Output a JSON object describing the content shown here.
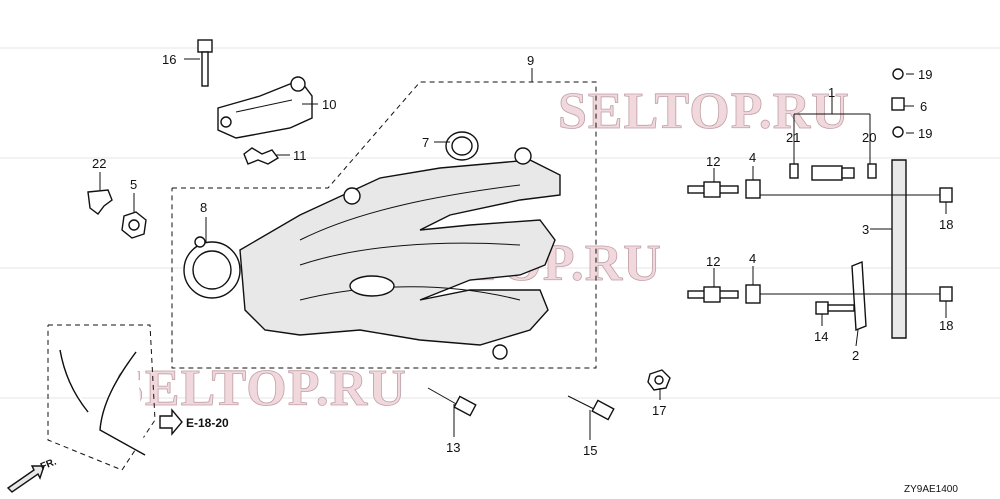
{
  "watermarks": [
    "SELTOP.RU",
    "SELTOP.RU",
    "SELTOP.RU"
  ],
  "callouts": [
    {
      "id": "1",
      "text": "1"
    },
    {
      "id": "2",
      "text": "2"
    },
    {
      "id": "3",
      "text": "3"
    },
    {
      "id": "4a",
      "text": "4"
    },
    {
      "id": "4b",
      "text": "4"
    },
    {
      "id": "5",
      "text": "5"
    },
    {
      "id": "6",
      "text": "6"
    },
    {
      "id": "7",
      "text": "7"
    },
    {
      "id": "8",
      "text": "8"
    },
    {
      "id": "9",
      "text": "9"
    },
    {
      "id": "10",
      "text": "10"
    },
    {
      "id": "11",
      "text": "11"
    },
    {
      "id": "12a",
      "text": "12"
    },
    {
      "id": "12b",
      "text": "12"
    },
    {
      "id": "13",
      "text": "13"
    },
    {
      "id": "14",
      "text": "14"
    },
    {
      "id": "15",
      "text": "15"
    },
    {
      "id": "16",
      "text": "16"
    },
    {
      "id": "17",
      "text": "17"
    },
    {
      "id": "18a",
      "text": "18"
    },
    {
      "id": "18b",
      "text": "18"
    },
    {
      "id": "19a",
      "text": "19"
    },
    {
      "id": "19b",
      "text": "19"
    },
    {
      "id": "20",
      "text": "20"
    },
    {
      "id": "21",
      "text": "21"
    },
    {
      "id": "22",
      "text": "22"
    }
  ],
  "reference": "E-18-20",
  "front_marker": "FR.",
  "diagram_code": "ZY9AE1400"
}
